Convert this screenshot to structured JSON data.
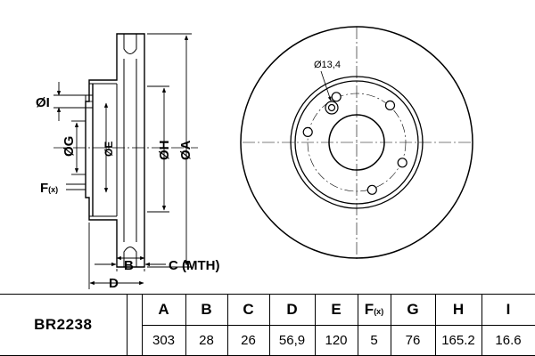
{
  "part_code": "BR2238",
  "drawing": {
    "labels": {
      "I": "ØI",
      "G": "ØG",
      "E": "ØE",
      "H": "ØH",
      "A": "ØA",
      "F": "F",
      "F_sub": "(x)",
      "B": "B",
      "C": "C (MTH)",
      "D": "D",
      "hole_dia": "Ø13,4"
    }
  },
  "table": {
    "headers": [
      "A",
      "B",
      "C",
      "D",
      "E",
      "F",
      "G",
      "H",
      "I"
    ],
    "f_header_sub": "(x)",
    "values": [
      "303",
      "28",
      "26",
      "56,9",
      "120",
      "5",
      "76",
      "165.2",
      "16.6"
    ]
  }
}
